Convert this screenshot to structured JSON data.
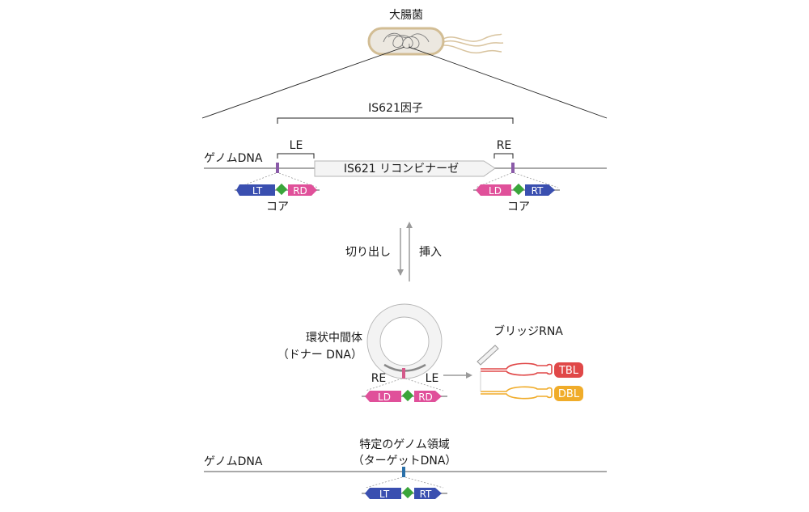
{
  "labels": {
    "ecoli": "大腸菌",
    "is621_element": "IS621因子",
    "genome_dna_top": "ゲノムDNA",
    "le": "LE",
    "re": "RE",
    "recombinase": "IS621 リコンビナーゼ",
    "core_left": "コア",
    "core_right": "コア",
    "excision": "切り出し",
    "insertion": "挿入",
    "circular_line1": "環状中間体",
    "circular_line2": "（ドナー DNA）",
    "bridge_rna": "ブリッジRNA",
    "tbl": "TBL",
    "dbl": "DBL",
    "circ_re": "RE",
    "circ_le": "LE",
    "target_line1": "特定のゲノム領域",
    "target_line2": "（ターゲットDNA）",
    "genome_dna_bottom": "ゲノムDNA"
  },
  "core_segments": {
    "left_core": [
      "LT",
      "RD"
    ],
    "right_core": [
      "LD",
      "RT"
    ],
    "donor_core": [
      "LD",
      "RD"
    ],
    "target_core": [
      "LT",
      "RT"
    ]
  },
  "colors": {
    "LT": "#3a4fb0",
    "RT": "#3a4fb0",
    "LD": "#e0509a",
    "RD": "#e0509a",
    "diamond": "#3aa53a",
    "tbl": "#e04848",
    "dbl": "#f0ac2a",
    "le_re_mark": "#8a5aa8",
    "target_mark": "#2a6fa8",
    "circle_mark": "#d45a8a"
  }
}
